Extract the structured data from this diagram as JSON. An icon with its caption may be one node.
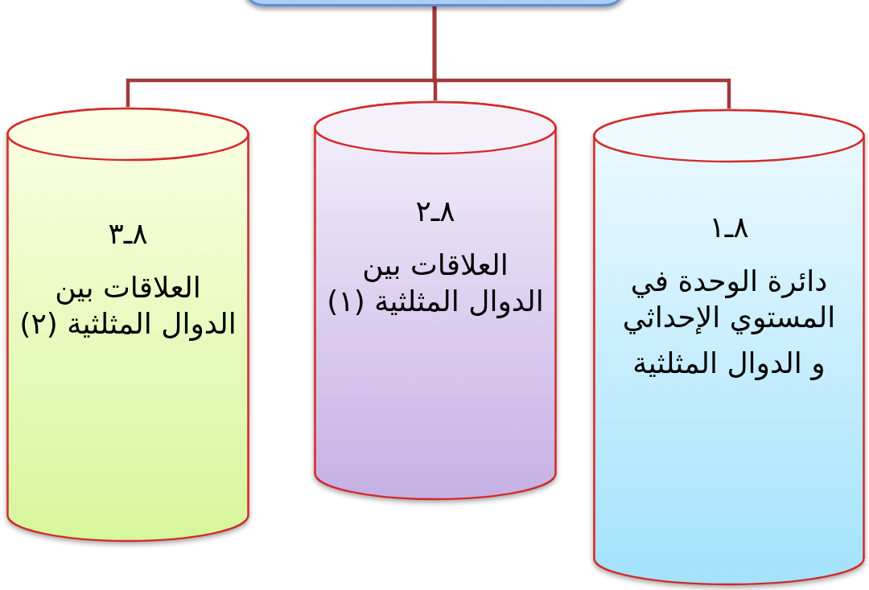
{
  "diagram": {
    "nodes": [
      {
        "text": [],
        "shape": "box"
      },
      {
        "text": [
          "٨ـ١",
          "دائرة الوحدة في المستوي الإحداثي",
          "و الدوال المثلثية"
        ]
      },
      {
        "text": [
          "٨ـ٢",
          "العلاقات بين الدوال المثلثية (١)"
        ]
      },
      {
        "text": [
          "٨ـ٣",
          "العلاقات بين الدوال المثلثية (٢)"
        ]
      }
    ],
    "edges": [
      {
        "from": 0,
        "to": 1,
        "arrow": "none"
      },
      {
        "from": 0,
        "to": 2,
        "arrow": "none"
      },
      {
        "from": 0,
        "to": 3,
        "arrow": "none"
      }
    ]
  }
}
